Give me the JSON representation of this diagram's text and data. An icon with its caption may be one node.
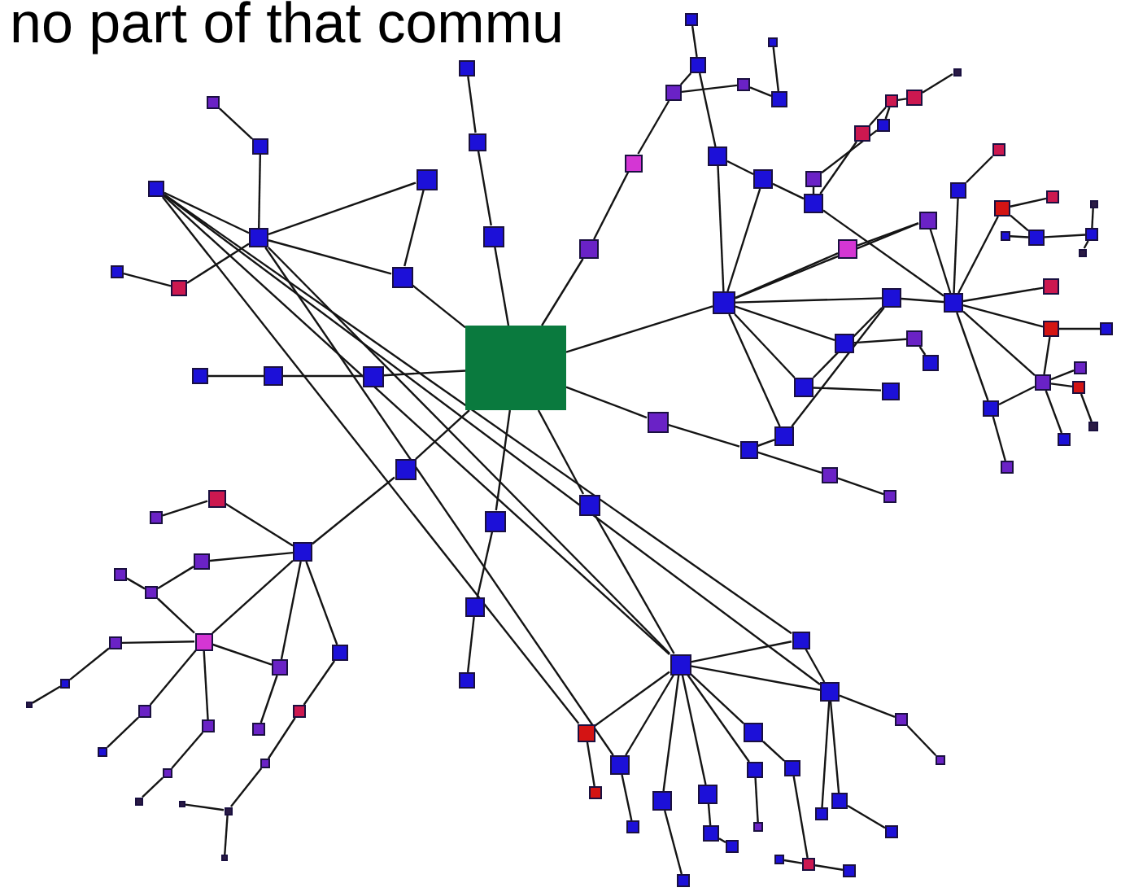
{
  "diagram": {
    "nodes": [
      {
        "text": [],
        "shape": "box"
      },
      {
        "text": [],
        "shape": "box"
      },
      {
        "text": [],
        "shape": "box"
      },
      {
        "text": [],
        "shape": "box"
      },
      {
        "text": [],
        "shape": "box"
      },
      {
        "text": [],
        "shape": "box"
      },
      {
        "text": [],
        "shape": "box"
      },
      {
        "text": [],
        "shape": "box"
      },
      {
        "text": [],
        "shape": "box"
      },
      {
        "text": [],
        "shape": "box"
      },
      {
        "text": [],
        "shape": "box"
      },
      {
        "text": [],
        "shape": "box"
      },
      {
        "text": [],
        "shape": "box"
      },
      {
        "text": [],
        "shape": "box"
      },
      {
        "text": [],
        "shape": "box"
      },
      {
        "text": [],
        "shape": "box"
      },
      {
        "text": [],
        "shape": "box"
      },
      {
        "text": [],
        "shape": "box"
      },
      {
        "text": [],
        "shape": "box"
      },
      {
        "text": [],
        "shape": "box"
      },
      {
        "text": [],
        "shape": "box"
      },
      {
        "text": [],
        "shape": "box"
      },
      {
        "text": [],
        "shape": "box"
      },
      {
        "text": [],
        "shape": "box"
      },
      {
        "text": [],
        "shape": "box"
      },
      {
        "text": [],
        "shape": "box"
      },
      {
        "text": [],
        "shape": "box"
      },
      {
        "text": [],
        "shape": "box"
      },
      {
        "text": [],
        "shape": "box"
      },
      {
        "text": [],
        "shape": "box"
      },
      {
        "text": [],
        "shape": "box"
      },
      {
        "text": [],
        "shape": "box"
      },
      {
        "text": [],
        "shape": "box"
      },
      {
        "text": [],
        "shape": "box"
      },
      {
        "text": [],
        "shape": "box"
      },
      {
        "text": [],
        "shape": "box"
      },
      {
        "text": [],
        "shape": "box"
      },
      {
        "text": [],
        "shape": "box"
      },
      {
        "text": [],
        "shape": "box"
      },
      {
        "text": [],
        "shape": "box"
      },
      {
        "text": [],
        "shape": "box"
      },
      {
        "text": [],
        "shape": "box"
      },
      {
        "text": [],
        "shape": "box"
      },
      {
        "text": [],
        "shape": "box"
      },
      {
        "text": [],
        "shape": "box"
      },
      {
        "text": [],
        "shape": "box"
      },
      {
        "text": [],
        "shape": "box"
      },
      {
        "text": [],
        "shape": "box"
      },
      {
        "text": [],
        "shape": "box"
      },
      {
        "text": [],
        "shape": "box"
      },
      {
        "text": [],
        "shape": "box"
      },
      {
        "text": [],
        "shape": "box"
      },
      {
        "text": [],
        "shape": "box"
      },
      {
        "text": [],
        "shape": "box"
      },
      {
        "text": [],
        "shape": "box"
      },
      {
        "text": [],
        "shape": "box"
      },
      {
        "text": [],
        "shape": "box"
      },
      {
        "text": [],
        "shape": "box"
      },
      {
        "text": [],
        "shape": "box"
      },
      {
        "text": [],
        "shape": "box"
      },
      {
        "text": [],
        "shape": "box"
      },
      {
        "text": [],
        "shape": "box"
      },
      {
        "text": [],
        "shape": "box"
      },
      {
        "text": [],
        "shape": "box"
      },
      {
        "text": [],
        "shape": "box"
      },
      {
        "text": [],
        "shape": "box"
      },
      {
        "text": [],
        "shape": "box"
      },
      {
        "text": [],
        "shape": "box"
      },
      {
        "text": [],
        "shape": "box"
      },
      {
        "text": [],
        "shape": "box"
      },
      {
        "text": [],
        "shape": "box"
      },
      {
        "text": [],
        "shape": "box"
      },
      {
        "text": [],
        "shape": "box"
      },
      {
        "text": [],
        "shape": "box"
      },
      {
        "text": [],
        "shape": "box"
      },
      {
        "text": [],
        "shape": "box"
      },
      {
        "text": [],
        "shape": "box"
      },
      {
        "text": [],
        "shape": "box"
      },
      {
        "text": [],
        "shape": "box"
      },
      {
        "text": [],
        "shape": "box"
      },
      {
        "text": [],
        "shape": "box"
      },
      {
        "text": [],
        "shape": "box"
      },
      {
        "text": [],
        "shape": "box"
      },
      {
        "text": [],
        "shape": "box"
      },
      {
        "text": [],
        "shape": "box"
      },
      {
        "text": [],
        "shape": "box"
      },
      {
        "text": [],
        "shape": "box"
      },
      {
        "text": [],
        "shape": "box"
      },
      {
        "text": [],
        "shape": "box"
      },
      {
        "text": [],
        "shape": "box"
      },
      {
        "text": [],
        "shape": "box"
      },
      {
        "text": [],
        "shape": "box"
      },
      {
        "text": [],
        "shape": "box"
      },
      {
        "text": [],
        "shape": "box"
      },
      {
        "text": [],
        "shape": "box"
      },
      {
        "text": [],
        "shape": "box"
      },
      {
        "text": [],
        "shape": "box"
      },
      {
        "text": [],
        "shape": "box"
      },
      {
        "text": [],
        "shape": "box"
      },
      {
        "text": [],
        "shape": "box"
      },
      {
        "text": [],
        "shape": "box"
      },
      {
        "text": [],
        "shape": "box"
      },
      {
        "text": [],
        "shape": "box"
      },
      {
        "text": [],
        "shape": "box"
      },
      {
        "text": [],
        "shape": "box"
      },
      {
        "text": [],
        "shape": "box"
      },
      {
        "text": [],
        "shape": "box"
      },
      {
        "text": [],
        "shape": "box"
      },
      {
        "text": [],
        "shape": "box"
      },
      {
        "text": [],
        "shape": "box"
      },
      {
        "text": [],
        "shape": "box"
      },
      {
        "text": [],
        "shape": "box"
      },
      {
        "text": [],
        "shape": "box"
      },
      {
        "text": [],
        "shape": "box"
      },
      {
        "text": [],
        "shape": "box"
      },
      {
        "text": [],
        "shape": "box"
      },
      {
        "text": [],
        "shape": "box"
      },
      {
        "text": [],
        "shape": "box"
      }
    ],
    "edges": [
      {
        "from": 1,
        "to": 2,
        "arrow": "none"
      },
      {
        "from": 2,
        "to": 3,
        "arrow": "none"
      },
      {
        "from": 3,
        "to": 0,
        "arrow": "none"
      },
      {
        "from": 4,
        "to": 5,
        "arrow": "none"
      },
      {
        "from": 5,
        "to": 7,
        "arrow": "none"
      },
      {
        "from": 6,
        "to": 7,
        "arrow": "none"
      },
      {
        "from": 7,
        "to": 8,
        "arrow": "none"
      },
      {
        "from": 7,
        "to": 9,
        "arrow": "none"
      },
      {
        "from": 8,
        "to": 9,
        "arrow": "none"
      },
      {
        "from": 9,
        "to": 0,
        "arrow": "none"
      },
      {
        "from": 10,
        "to": 11,
        "arrow": "none"
      },
      {
        "from": 11,
        "to": 7,
        "arrow": "none"
      },
      {
        "from": 12,
        "to": 13,
        "arrow": "none"
      },
      {
        "from": 13,
        "to": 14,
        "arrow": "none"
      },
      {
        "from": 14,
        "to": 0,
        "arrow": "none"
      },
      {
        "from": 0,
        "to": 15,
        "arrow": "none"
      },
      {
        "from": 15,
        "to": 16,
        "arrow": "none"
      },
      {
        "from": 16,
        "to": 17,
        "arrow": "none"
      },
      {
        "from": 19,
        "to": 18,
        "arrow": "none"
      },
      {
        "from": 18,
        "to": 17,
        "arrow": "none"
      },
      {
        "from": 17,
        "to": 21,
        "arrow": "none"
      },
      {
        "from": 21,
        "to": 22,
        "arrow": "none"
      },
      {
        "from": 22,
        "to": 20,
        "arrow": "none"
      },
      {
        "from": 18,
        "to": 23,
        "arrow": "none"
      },
      {
        "from": 23,
        "to": 24,
        "arrow": "none"
      },
      {
        "from": 24,
        "to": 26,
        "arrow": "none"
      },
      {
        "from": 25,
        "to": 26,
        "arrow": "none"
      },
      {
        "from": 26,
        "to": 27,
        "arrow": "none"
      },
      {
        "from": 27,
        "to": 28,
        "arrow": "none"
      },
      {
        "from": 28,
        "to": 30,
        "arrow": "none"
      },
      {
        "from": 30,
        "to": 29,
        "arrow": "none"
      },
      {
        "from": 25,
        "to": 31,
        "arrow": "none"
      },
      {
        "from": 31,
        "to": 28,
        "arrow": "none"
      },
      {
        "from": 23,
        "to": 32,
        "arrow": "none"
      },
      {
        "from": 0,
        "to": 32,
        "arrow": "none"
      },
      {
        "from": 24,
        "to": 32,
        "arrow": "none"
      },
      {
        "from": 32,
        "to": 33,
        "arrow": "none"
      },
      {
        "from": 32,
        "to": 34,
        "arrow": "none"
      },
      {
        "from": 32,
        "to": 35,
        "arrow": "none"
      },
      {
        "from": 32,
        "to": 36,
        "arrow": "none"
      },
      {
        "from": 32,
        "to": 39,
        "arrow": "none"
      },
      {
        "from": 32,
        "to": 41,
        "arrow": "none"
      },
      {
        "from": 33,
        "to": 34,
        "arrow": "none"
      },
      {
        "from": 36,
        "to": 37,
        "arrow": "none"
      },
      {
        "from": 37,
        "to": 38,
        "arrow": "none"
      },
      {
        "from": 39,
        "to": 40,
        "arrow": "none"
      },
      {
        "from": 39,
        "to": 35,
        "arrow": "none"
      },
      {
        "from": 41,
        "to": 35,
        "arrow": "none"
      },
      {
        "from": 42,
        "to": 41,
        "arrow": "none"
      },
      {
        "from": 0,
        "to": 43,
        "arrow": "none"
      },
      {
        "from": 43,
        "to": 42,
        "arrow": "none"
      },
      {
        "from": 44,
        "to": 45,
        "arrow": "none"
      },
      {
        "from": 42,
        "to": 44,
        "arrow": "none"
      },
      {
        "from": 26,
        "to": 46,
        "arrow": "none"
      },
      {
        "from": 46,
        "to": 35,
        "arrow": "none"
      },
      {
        "from": 46,
        "to": 34,
        "arrow": "none"
      },
      {
        "from": 47,
        "to": 48,
        "arrow": "none"
      },
      {
        "from": 47,
        "to": 46,
        "arrow": "none"
      },
      {
        "from": 49,
        "to": 46,
        "arrow": "none"
      },
      {
        "from": 49,
        "to": 50,
        "arrow": "none"
      },
      {
        "from": 49,
        "to": 52,
        "arrow": "none"
      },
      {
        "from": 52,
        "to": 53,
        "arrow": "none"
      },
      {
        "from": 52,
        "to": 55,
        "arrow": "none"
      },
      {
        "from": 53,
        "to": 51,
        "arrow": "none"
      },
      {
        "from": 53,
        "to": 54,
        "arrow": "none"
      },
      {
        "from": 46,
        "to": 56,
        "arrow": "none"
      },
      {
        "from": 46,
        "to": 57,
        "arrow": "none"
      },
      {
        "from": 57,
        "to": 58,
        "arrow": "none"
      },
      {
        "from": 46,
        "to": 59,
        "arrow": "none"
      },
      {
        "from": 57,
        "to": 59,
        "arrow": "none"
      },
      {
        "from": 59,
        "to": 60,
        "arrow": "none"
      },
      {
        "from": 59,
        "to": 61,
        "arrow": "none"
      },
      {
        "from": 61,
        "to": 62,
        "arrow": "none"
      },
      {
        "from": 59,
        "to": 63,
        "arrow": "none"
      },
      {
        "from": 46,
        "to": 64,
        "arrow": "none"
      },
      {
        "from": 64,
        "to": 59,
        "arrow": "none"
      },
      {
        "from": 64,
        "to": 65,
        "arrow": "none"
      },
      {
        "from": 0,
        "to": 66,
        "arrow": "none"
      },
      {
        "from": 66,
        "to": 67,
        "arrow": "none"
      },
      {
        "from": 67,
        "to": 68,
        "arrow": "none"
      },
      {
        "from": 68,
        "to": 69,
        "arrow": "none"
      },
      {
        "from": 67,
        "to": 70,
        "arrow": "none"
      },
      {
        "from": 70,
        "to": 72,
        "arrow": "none"
      },
      {
        "from": 72,
        "to": 71,
        "arrow": "none"
      },
      {
        "from": 72,
        "to": 73,
        "arrow": "none"
      },
      {
        "from": 67,
        "to": 73,
        "arrow": "none"
      },
      {
        "from": 73,
        "to": 74,
        "arrow": "none"
      },
      {
        "from": 74,
        "to": 75,
        "arrow": "none"
      },
      {
        "from": 75,
        "to": 76,
        "arrow": "none"
      },
      {
        "from": 73,
        "to": 77,
        "arrow": "none"
      },
      {
        "from": 67,
        "to": 77,
        "arrow": "none"
      },
      {
        "from": 77,
        "to": 84,
        "arrow": "none"
      },
      {
        "from": 67,
        "to": 78,
        "arrow": "none"
      },
      {
        "from": 78,
        "to": 85,
        "arrow": "none"
      },
      {
        "from": 85,
        "to": 86,
        "arrow": "none"
      },
      {
        "from": 86,
        "to": 87,
        "arrow": "none"
      },
      {
        "from": 87,
        "to": 88,
        "arrow": "none"
      },
      {
        "from": 87,
        "to": 89,
        "arrow": "none"
      },
      {
        "from": 73,
        "to": 79,
        "arrow": "none"
      },
      {
        "from": 79,
        "to": 80,
        "arrow": "none"
      },
      {
        "from": 73,
        "to": 81,
        "arrow": "none"
      },
      {
        "from": 81,
        "to": 82,
        "arrow": "none"
      },
      {
        "from": 82,
        "to": 83,
        "arrow": "none"
      },
      {
        "from": 0,
        "to": 90,
        "arrow": "none"
      },
      {
        "from": 90,
        "to": 91,
        "arrow": "none"
      },
      {
        "from": 91,
        "to": 92,
        "arrow": "none"
      },
      {
        "from": 0,
        "to": 93,
        "arrow": "none"
      },
      {
        "from": 93,
        "to": 94,
        "arrow": "none"
      },
      {
        "from": 94,
        "to": 95,
        "arrow": "none"
      },
      {
        "from": 94,
        "to": 96,
        "arrow": "none"
      },
      {
        "from": 95,
        "to": 96,
        "arrow": "none"
      },
      {
        "from": 96,
        "to": 97,
        "arrow": "none"
      },
      {
        "from": 97,
        "to": 98,
        "arrow": "none"
      },
      {
        "from": 94,
        "to": 99,
        "arrow": "none"
      },
      {
        "from": 99,
        "to": 100,
        "arrow": "none"
      },
      {
        "from": 94,
        "to": 101,
        "arrow": "none"
      },
      {
        "from": 101,
        "to": 102,
        "arrow": "none"
      },
      {
        "from": 94,
        "to": 103,
        "arrow": "none"
      },
      {
        "from": 103,
        "to": 104,
        "arrow": "none"
      },
      {
        "from": 94,
        "to": 105,
        "arrow": "none"
      },
      {
        "from": 105,
        "to": 106,
        "arrow": "none"
      },
      {
        "from": 106,
        "to": 107,
        "arrow": "none"
      },
      {
        "from": 94,
        "to": 108,
        "arrow": "none"
      },
      {
        "from": 108,
        "to": 109,
        "arrow": "none"
      },
      {
        "from": 94,
        "to": 110,
        "arrow": "none"
      },
      {
        "from": 110,
        "to": 111,
        "arrow": "none"
      },
      {
        "from": 96,
        "to": 112,
        "arrow": "none"
      },
      {
        "from": 96,
        "to": 113,
        "arrow": "none"
      },
      {
        "from": 112,
        "to": 114,
        "arrow": "none"
      },
      {
        "from": 109,
        "to": 115,
        "arrow": "none"
      },
      {
        "from": 115,
        "to": 116,
        "arrow": "none"
      },
      {
        "from": 115,
        "to": 117,
        "arrow": "none"
      },
      {
        "from": 6,
        "to": 94,
        "arrow": "none"
      },
      {
        "from": 6,
        "to": 95,
        "arrow": "none"
      },
      {
        "from": 6,
        "to": 96,
        "arrow": "none"
      },
      {
        "from": 6,
        "to": 99,
        "arrow": "none"
      },
      {
        "from": 7,
        "to": 94,
        "arrow": "none"
      },
      {
        "from": 7,
        "to": 101,
        "arrow": "none"
      }
    ],
    "labels": [
      "no part of that commu"
    ]
  }
}
